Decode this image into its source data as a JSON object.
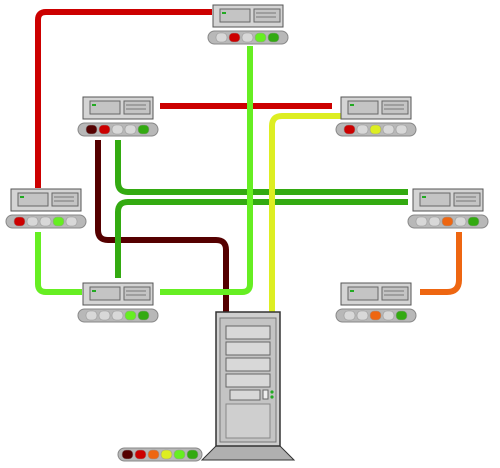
{
  "colors": {
    "dark_red": "#550000",
    "red": "#cc0000",
    "orange": "#ee6611",
    "yellow": "#ddee22",
    "light_green": "#66ee22",
    "green": "#33aa11",
    "unit_body": "#d4d4d4",
    "status_bar": "#b8b8b8",
    "slot_empty": "#d8d8d8"
  },
  "nodes": [
    {
      "id": "node-top",
      "slots": [
        "empty",
        "red",
        "empty",
        "light_green",
        "green"
      ]
    },
    {
      "id": "node-upper-left",
      "slots": [
        "dark_red",
        "red",
        "empty",
        "empty",
        "green"
      ]
    },
    {
      "id": "node-upper-right",
      "slots": [
        "red",
        "empty",
        "yellow",
        "empty",
        "empty"
      ]
    },
    {
      "id": "node-mid-left",
      "slots": [
        "red",
        "empty",
        "empty",
        "light_green",
        "empty"
      ]
    },
    {
      "id": "node-mid-right",
      "slots": [
        "empty",
        "empty",
        "orange",
        "empty",
        "green"
      ]
    },
    {
      "id": "node-lower-left",
      "slots": [
        "empty",
        "empty",
        "empty",
        "light_green",
        "green"
      ]
    },
    {
      "id": "node-lower-right",
      "slots": [
        "empty",
        "empty",
        "orange",
        "empty",
        "green"
      ]
    }
  ],
  "links": [
    {
      "id": "top-to-midleft",
      "color": "red"
    },
    {
      "id": "upperleft-to-upperright",
      "color": "red"
    },
    {
      "id": "top-to-tower",
      "color": "light_green"
    },
    {
      "id": "upperright-to-tower",
      "color": "yellow"
    },
    {
      "id": "upperleft-to-tower",
      "color": "dark_red"
    },
    {
      "id": "upperleft-to-midright",
      "color": "green"
    },
    {
      "id": "lowerleft-to-midright",
      "color": "green"
    },
    {
      "id": "midleft-to-lowerleft",
      "color": "light_green"
    },
    {
      "id": "midright-to-lowerright",
      "color": "orange"
    }
  ],
  "legend": [
    "dark_red",
    "red",
    "orange",
    "yellow",
    "light_green",
    "green"
  ]
}
